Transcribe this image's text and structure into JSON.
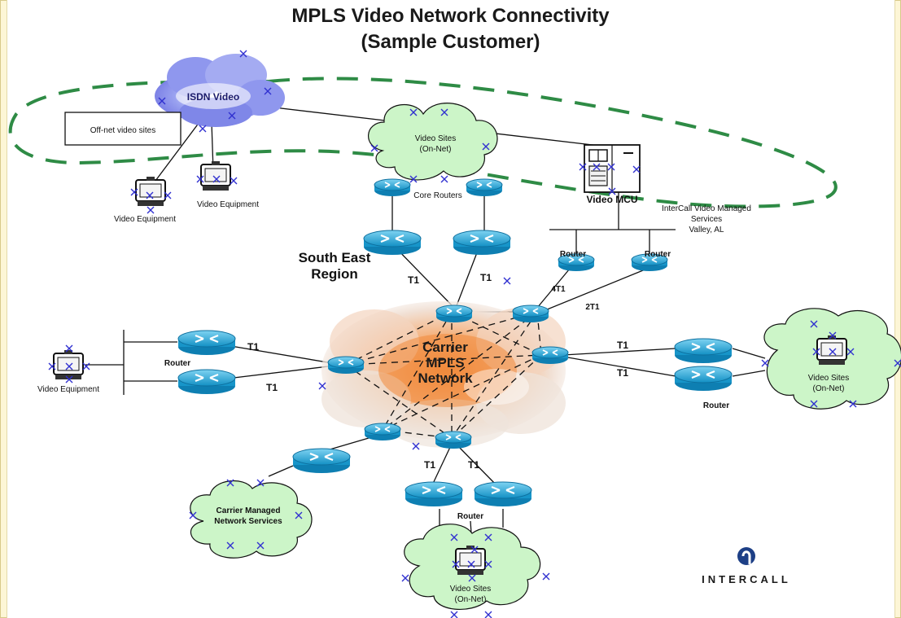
{
  "title_line1": "MPLS Video Network Connectivity",
  "title_line2": "(Sample Customer)",
  "labels": {
    "isdn": "ISDN Video",
    "offnet": "Off-net video sites",
    "video_equipment": "Video Equipment",
    "video_sites": "Video Sites",
    "on_net": "(On-Net)",
    "core_routers": "Core Routers",
    "video_mcu": "Video MCU",
    "intercall_l1": "InterCall Video Managed",
    "intercall_l2": "Services",
    "intercall_l3": "Valley, AL",
    "south_east_l1": "South East",
    "south_east_l2": "Region",
    "router": "Router",
    "t1": "T1",
    "four_t1": "4T1",
    "two_t1": "2T1",
    "carrier_l1": "Carrier",
    "carrier_l2": "MPLS",
    "carrier_l3": "Network",
    "carrier_managed_l1": "Carrier Managed",
    "carrier_managed_l2": "Network Services",
    "logo": "INTERCALL"
  },
  "colors": {
    "cloud_green": "#ccf5c8",
    "dashed_loop": "#2e8b45",
    "router_blue": "#1ba6d8",
    "marker_blue": "#3030d0"
  }
}
